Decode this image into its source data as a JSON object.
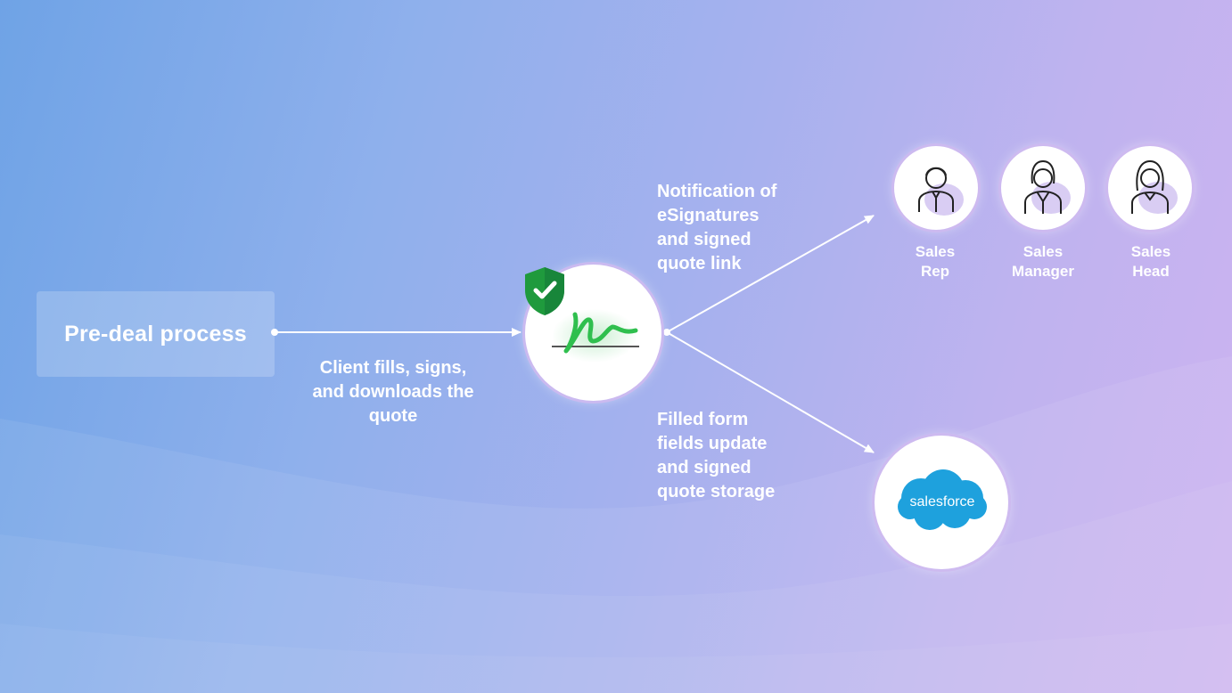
{
  "colors": {
    "accent_green": "#2fbf4e",
    "shield_green": "#1f9a3d",
    "salesforce_blue": "#1ea1dd",
    "white": "#ffffff"
  },
  "source": {
    "label": "Pre-deal process"
  },
  "step_label": {
    "lines": [
      "Client fills, signs,",
      "and downloads the",
      "quote"
    ]
  },
  "signature_node": {
    "icon": "signature-icon",
    "badge_icon": "shield-check-icon"
  },
  "notification_label": {
    "lines": [
      "Notification of",
      "eSignatures",
      "and signed",
      "quote link"
    ]
  },
  "storage_label": {
    "lines": [
      "Filled form",
      "fields update",
      "and signed",
      "quote storage"
    ]
  },
  "recipients": [
    {
      "line1": "Sales",
      "line2": "Rep",
      "icon": "male-user-icon"
    },
    {
      "line1": "Sales",
      "line2": "Manager",
      "icon": "female-user-icon"
    },
    {
      "line1": "Sales",
      "line2": "Head",
      "icon": "female-user-icon"
    }
  ],
  "crm": {
    "logo_text": "salesforce"
  }
}
